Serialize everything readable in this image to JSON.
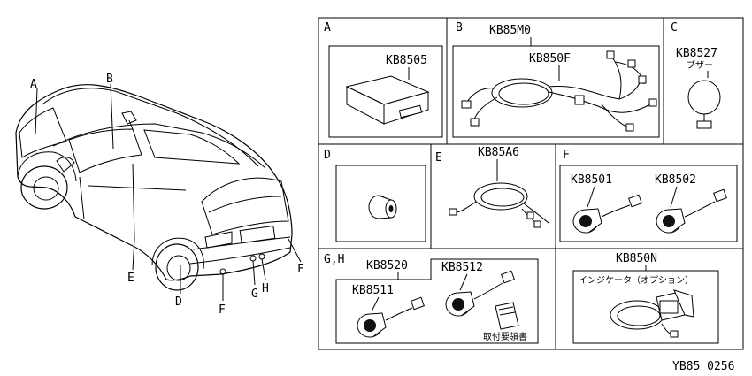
{
  "vehicle_callouts": {
    "a": "A",
    "b": "B",
    "d": "D",
    "e": "E",
    "f1": "F",
    "f2": "F",
    "g": "G",
    "h": "H"
  },
  "sections": {
    "a": {
      "letter": "A",
      "parts": [
        "KB8505"
      ]
    },
    "b": {
      "letter": "B",
      "kit": "KB85M0",
      "parts": [
        "KB850F"
      ]
    },
    "c": {
      "letter": "C",
      "parts": [
        "KB8527"
      ],
      "caption": "ブザー"
    },
    "d": {
      "letter": "D"
    },
    "e": {
      "letter": "E",
      "parts": [
        "KB85A6"
      ]
    },
    "f": {
      "letter": "F",
      "parts": [
        "KB8501",
        "KB8502"
      ]
    },
    "gh": {
      "letter": "G,H",
      "parts": [
        "KB8520",
        "KB8512",
        "KB8511"
      ],
      "caption": "取付要領書"
    },
    "n": {
      "parts": [
        "KB850N"
      ],
      "caption": "インジケータ（オプション）"
    }
  },
  "footer_code": "YB85 0256"
}
